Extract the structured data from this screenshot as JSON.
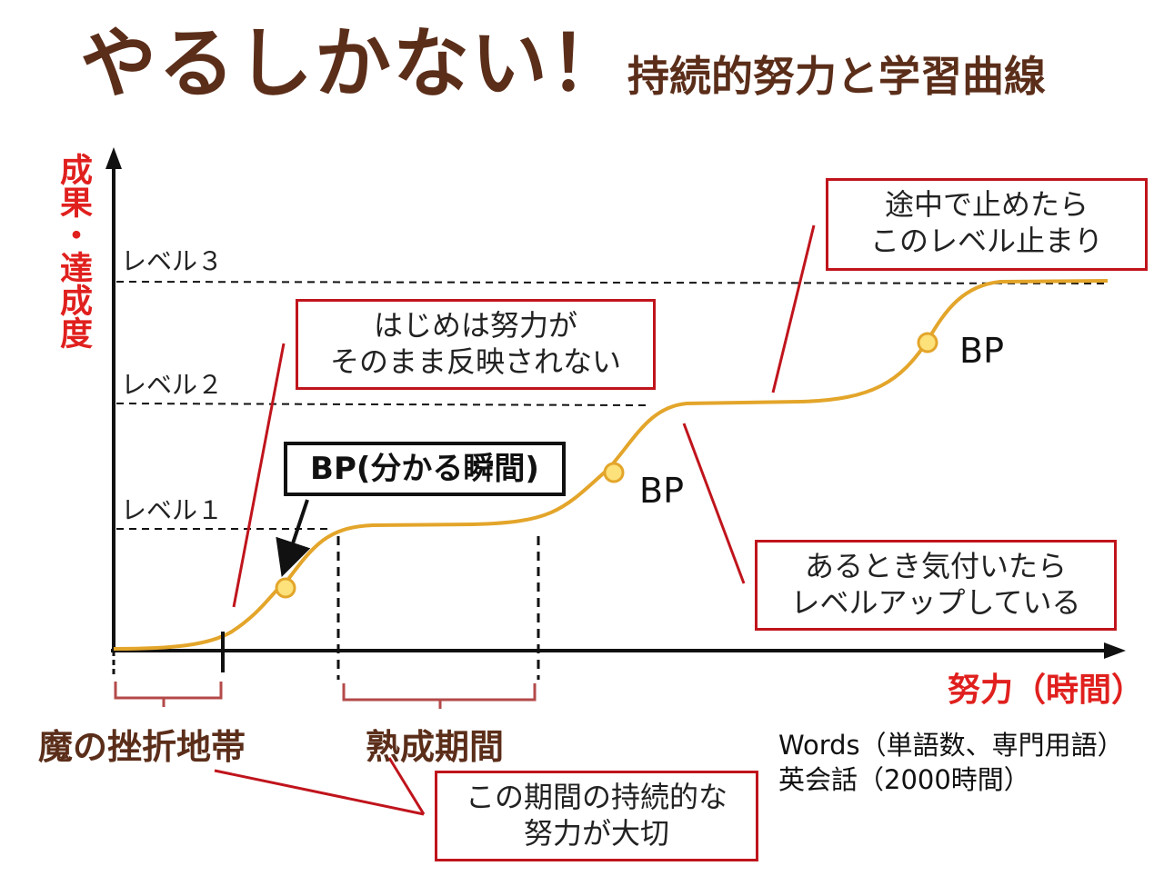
{
  "title": {
    "main": "やるしかない！",
    "sub": "持続的努力と学習曲線"
  },
  "axes": {
    "ylabel": "成果・達成度",
    "xlabel": "努力（時間）"
  },
  "levels": [
    "レベル１",
    "レベル２",
    "レベル３"
  ],
  "callouts": {
    "beginning": [
      "はじめは努力が",
      "そのまま反映されない"
    ],
    "top_right": [
      "途中で止めたら",
      "このレベル止まり"
    ],
    "levelup": [
      "あるとき気付いたら",
      "レベルアップしている"
    ],
    "period": [
      "この期間の持続的な",
      "努力が大切"
    ]
  },
  "breakthrough_box": "BP(分かる瞬間)",
  "bp_labels": [
    "BP",
    "BP"
  ],
  "zones": {
    "frustration": "魔の挫折地帯",
    "maturation": "熟成期間"
  },
  "examples": [
    "Words（単語数、専門用語）",
    "英会話（2000時間）"
  ],
  "colors": {
    "title": "#5b2e1a",
    "axis_label": "#e0201e",
    "callout_border": "#c0141c",
    "curve": "#e3a52a",
    "bp_dot_fill": "#fde17a",
    "bracket": "#b44a4a"
  },
  "icons": {
    "bp_point": "yellow-circle",
    "pointer": "arrow-down-left"
  }
}
